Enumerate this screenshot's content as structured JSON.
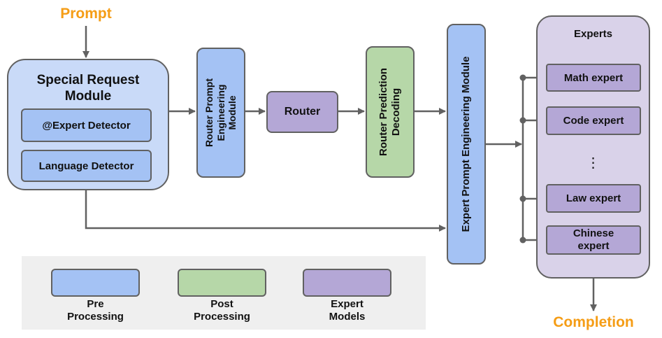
{
  "io": {
    "prompt": "Prompt",
    "completion": "Completion"
  },
  "special_request_module": {
    "title_line1": "Special Request",
    "title_line2": "Module",
    "expert_detector": "@Expert Detector",
    "language_detector": "Language Detector"
  },
  "router_prompt_engineering": {
    "line1": "Router Prompt",
    "line2": "Engineering",
    "line3": "Module"
  },
  "router": "Router",
  "router_prediction_decoding": {
    "line1": "Router Prediction",
    "line2": "Decoding"
  },
  "expert_prompt_engineering": "Expert Prompt Engineering Module",
  "experts": {
    "title": "Experts",
    "math": "Math expert",
    "code": "Code expert",
    "ellipsis": "⋮",
    "law": "Law expert",
    "chinese_line1": "Chinese",
    "chinese_line2": "expert"
  },
  "legend": {
    "pre_line1": "Pre",
    "pre_line2": "Processing",
    "post_line1": "Post",
    "post_line2": "Processing",
    "expert_line1": "Expert",
    "expert_line2": "Models"
  },
  "colors": {
    "pre_processing": "#a4c2f4",
    "post_processing": "#b6d7a8",
    "expert_models": "#b4a7d6",
    "orange_text": "#f59d16",
    "arrow": "#616161"
  }
}
